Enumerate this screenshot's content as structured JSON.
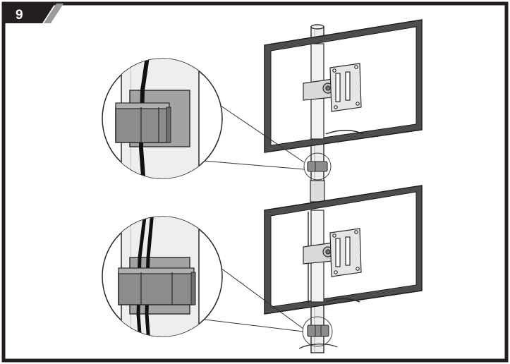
{
  "step": {
    "number": "9"
  },
  "figure": {
    "description_icons": [
      "dual-monitor-pole-mount",
      "cable-clip",
      "cable"
    ],
    "colors": {
      "frame": "#231f20",
      "line": "#2a2a2a",
      "clip_fill": "#8c8c8c",
      "clip_dark": "#6f6f6f",
      "pole_fill": "#ededed",
      "zoom_fill": "#e6e6e6",
      "screen_fill": "#ffffff",
      "bezel_fill": "#5b5b5b"
    }
  }
}
